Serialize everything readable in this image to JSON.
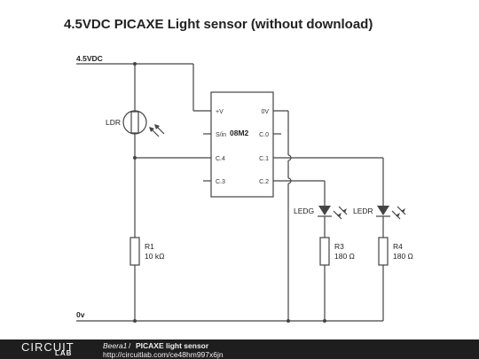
{
  "title": "4.5VDC PICAXE Light sensor (without download)",
  "rails": {
    "supply": "4.5VDC",
    "ground": "0v"
  },
  "chip": {
    "name": "08M2",
    "pins_left": [
      "+V",
      "S/in",
      "C.4",
      "C.3"
    ],
    "pins_right": [
      "0V",
      "C.0",
      "C.1",
      "C.2"
    ]
  },
  "components": {
    "ldr": {
      "ref": "LDR"
    },
    "r1": {
      "ref": "R1",
      "value": "10 kΩ"
    },
    "r3": {
      "ref": "R3",
      "value": "180 Ω"
    },
    "r4": {
      "ref": "R4",
      "value": "180 Ω"
    },
    "ledg": {
      "ref": "LEDG"
    },
    "ledr": {
      "ref": "LEDR"
    }
  },
  "footer": {
    "logo_top": "CIRCUIT",
    "logo_bottom": "LAB",
    "user": "Beera1",
    "separator": "/",
    "project": "PICAXE light sensor",
    "url": "http://circuitlab.com/ce48hm997x6jn"
  }
}
